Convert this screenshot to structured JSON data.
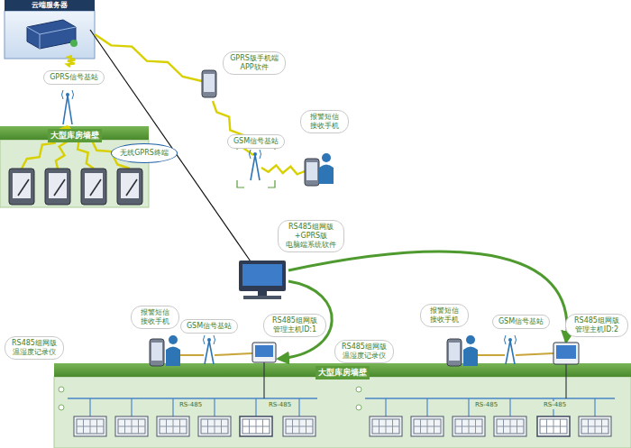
{
  "diagram": {
    "nodes": [
      {
        "text": [
          "云端服务器"
        ]
      },
      {
        "text": [
          "GPRS信号基站"
        ]
      },
      {
        "text": [
          "大型库房墙壁"
        ]
      },
      {
        "text": [
          "无线GPRS终端"
        ]
      },
      {
        "text": [
          "GPRS版手机端 APP软件"
        ]
      },
      {
        "text": [
          "报警短信 接收手机"
        ]
      },
      {
        "text": [
          "GSM信号基站"
        ]
      },
      {
        "text": [
          "RS485组网版 +GPRS版 电脑端系统软件"
        ]
      },
      {
        "text": [
          "报警短信 接收手机"
        ]
      },
      {
        "text": [
          "GSM信号基站"
        ]
      },
      {
        "text": [
          "RS485组网版 管理主机ID:1"
        ]
      },
      {
        "text": [
          "RS485组网版 温湿度记录仪"
        ]
      },
      {
        "text": [
          "RS485组网版 温湿度记录仪"
        ]
      },
      {
        "text": [
          "报警短信 接收手机"
        ]
      },
      {
        "text": [
          "GSM信号基站"
        ]
      },
      {
        "text": [
          "RS485组网版 管理主机ID:2"
        ]
      },
      {
        "text": [
          "大型库房墙壁"
        ]
      }
    ],
    "labels": [
      "RS-485",
      "RS-485",
      "RS-485",
      "RS-485"
    ]
  }
}
